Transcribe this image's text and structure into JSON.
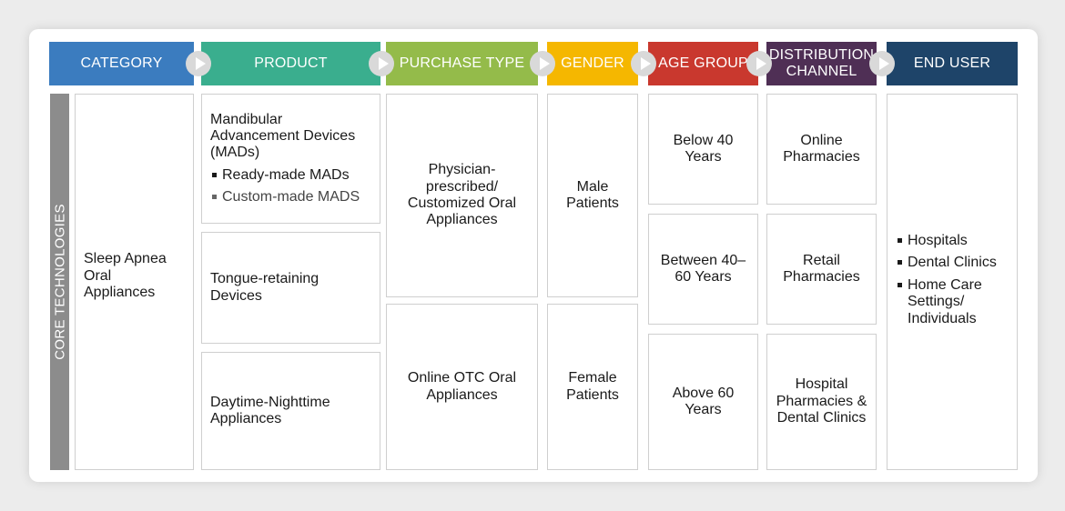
{
  "headers": [
    {
      "label": "CATEGORY",
      "color": "#3b7cbf"
    },
    {
      "label": "PRODUCT",
      "color": "#3aae8e"
    },
    {
      "label": "PURCHASE TYPE",
      "color": "#94bb4a"
    },
    {
      "label": "GENDER",
      "color": "#f5b700"
    },
    {
      "label": "AGE GROUP",
      "color": "#c9382e"
    },
    {
      "label_line1": "DISTRIBUTION",
      "label_line2": "CHANNEL",
      "color": "#4f2f55"
    },
    {
      "label": "END USER",
      "color": "#1e4469"
    }
  ],
  "side_label": "CORE TECHNOLOGIES",
  "category": {
    "item": "Sleep Apnea Oral Appliances"
  },
  "product": {
    "mads": {
      "title": "Mandibular Advancement Devices (MADs)",
      "sub1": "Ready-made MADs",
      "sub2": "Custom-made MADS"
    },
    "tongue": "Tongue-retaining Devices",
    "daytime": "Daytime-Nighttime Appliances"
  },
  "purchase_type": {
    "physician": "Physician-prescribed/ Customized Oral Appliances",
    "otc": "Online OTC Oral Appliances"
  },
  "gender": {
    "male": "Male Patients",
    "female": "Female Patients"
  },
  "age_group": {
    "below": "Below 40 Years",
    "between": "Between 40–60 Years",
    "above": "Above 60 Years"
  },
  "distribution": {
    "online": "Online Pharmacies",
    "retail": "Retail Pharmacies",
    "hospital": "Hospital Pharmacies & Dental Clinics"
  },
  "end_user": {
    "items": [
      "Hospitals",
      "Dental Clinics",
      "Home Care Settings/ Individuals"
    ]
  },
  "arrow_color": "#d9d9d9"
}
